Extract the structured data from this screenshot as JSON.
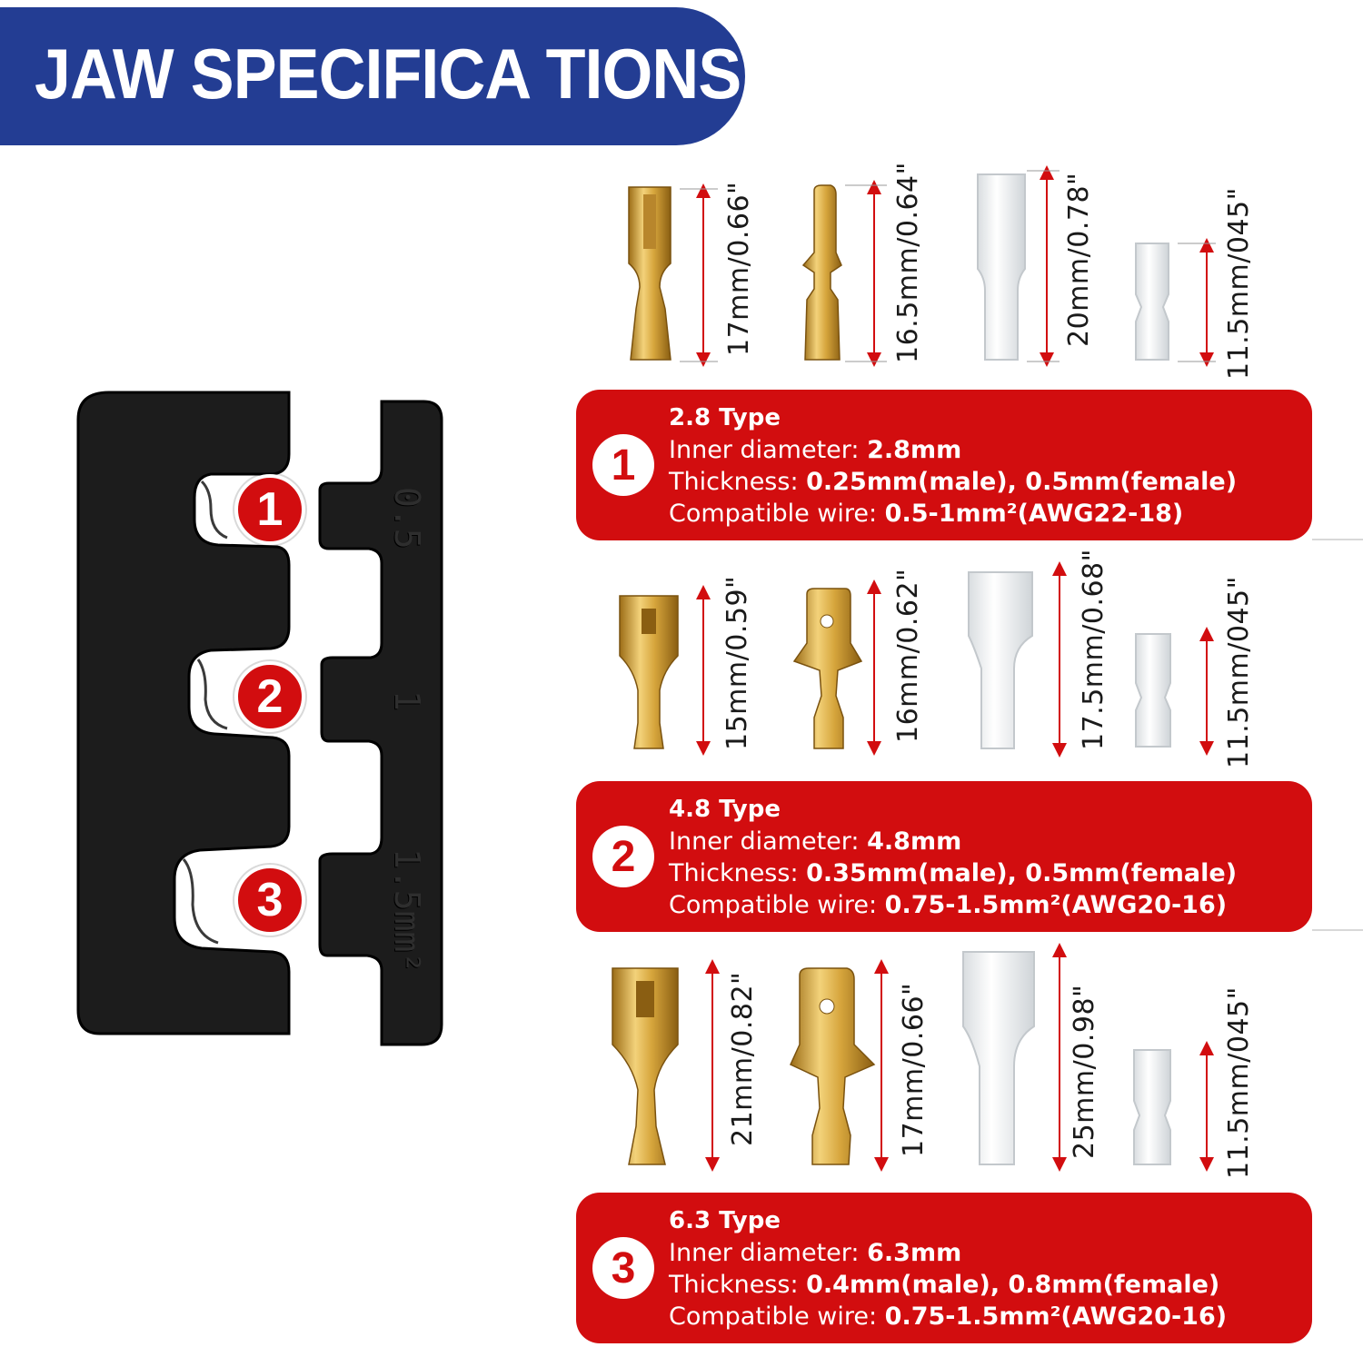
{
  "banner": {
    "title": "JAW SPECIFICA TIONS"
  },
  "jaw": {
    "marks": [
      "0.5",
      "1",
      "1.5mm²"
    ],
    "cavity_numbers": [
      "1",
      "2",
      "3"
    ]
  },
  "colors": {
    "banner": "#233d93",
    "card_red": "#d20d0f",
    "jaw_black": "#1c1c1c",
    "brass": "#d6a53c"
  },
  "rows": [
    {
      "dims": [
        "17mm/0.66\"",
        "16.5mm/0.64\"",
        "20mm/0.78\"",
        "11.5mm/045\""
      ],
      "card": {
        "number": "1",
        "title": "2.8 Type",
        "inner_label": "Inner diameter:",
        "inner_value": "2.8mm",
        "thick_label": "Thickness:",
        "thick_value": "0.25mm(male), 0.5mm(female)",
        "wire_label": "Compatible wire:",
        "wire_value": "0.5-1mm²(AWG22-18)"
      }
    },
    {
      "dims": [
        "15mm/0.59\"",
        "16mm/0.62\"",
        "17.5mm/0.68\"",
        "11.5mm/045\""
      ],
      "card": {
        "number": "2",
        "title": "4.8 Type",
        "inner_label": "Inner diameter:",
        "inner_value": "4.8mm",
        "thick_label": "Thickness:",
        "thick_value": "0.35mm(male), 0.5mm(female)",
        "wire_label": "Compatible wire:",
        "wire_value": "0.75-1.5mm²(AWG20-16)"
      }
    },
    {
      "dims": [
        "21mm/0.82\"",
        "17mm/0.66\"",
        "25mm/0.98\"",
        "11.5mm/045\""
      ],
      "card": {
        "number": "3",
        "title": "6.3 Type",
        "inner_label": "Inner diameter:",
        "inner_value": "6.3mm",
        "thick_label": "Thickness:",
        "thick_value": "0.4mm(male), 0.8mm(female)",
        "wire_label": "Compatible wire:",
        "wire_value": "0.75-1.5mm²(AWG20-16)"
      }
    }
  ]
}
